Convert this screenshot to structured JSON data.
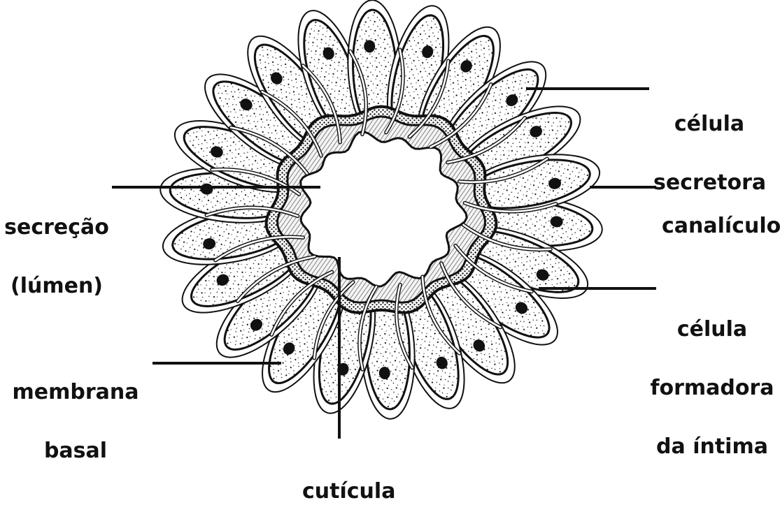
{
  "labels": {
    "secretory_cell": [
      "célula",
      "secretora"
    ],
    "canaliculus": [
      "canalículo"
    ],
    "intima_cell": [
      "célula",
      "formadora",
      "da íntima"
    ],
    "secretion_lumen": [
      "secreção",
      "(lúmen)"
    ],
    "basal_membrane": [
      "membrana",
      "basal"
    ],
    "cuticle": [
      "cutícula"
    ]
  },
  "colors": {
    "ink": "#111111",
    "paper": "#ffffff",
    "hatch": "#555555"
  }
}
